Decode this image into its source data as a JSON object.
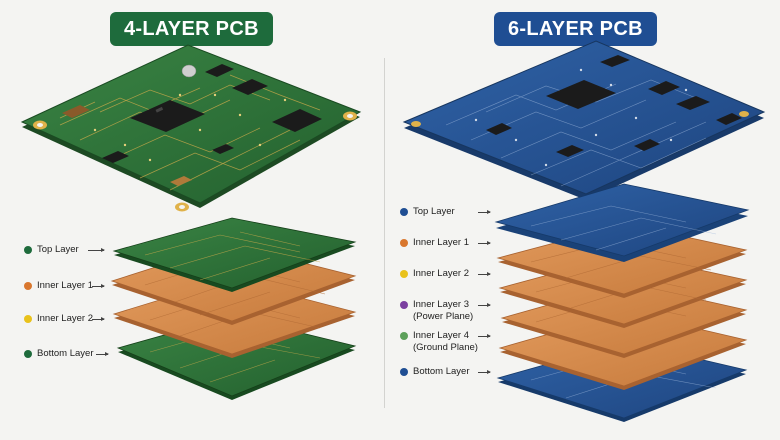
{
  "left": {
    "title": "4-LAYER PCB",
    "title_color": "#1e6b3c",
    "layers": [
      {
        "label": "Top Layer",
        "color": "#1e6b3c"
      },
      {
        "label": "Inner Layer 1",
        "color": "#d9772e"
      },
      {
        "label": "Inner Layer 2",
        "color": "#e9c21b"
      },
      {
        "label": "Bottom Layer",
        "color": "#1e6b3c"
      }
    ]
  },
  "right": {
    "title": "6-LAYER PCB",
    "title_color": "#1f4e93",
    "layers": [
      {
        "label": "Top Layer",
        "sublabel": "",
        "color": "#1f4e93"
      },
      {
        "label": "Inner Layer 1",
        "sublabel": "",
        "color": "#d9772e"
      },
      {
        "label": "Inner Layer 2",
        "sublabel": "",
        "color": "#e9c21b"
      },
      {
        "label": "Inner Layer 3",
        "sublabel": "(Power Plane)",
        "color": "#7b3fa0"
      },
      {
        "label": "Inner Layer 4",
        "sublabel": "(Ground Plane)",
        "color": "#5ca05a"
      },
      {
        "label": "Bottom Layer",
        "sublabel": "",
        "color": "#1f4e93"
      }
    ]
  },
  "colors": {
    "green_board": "#2c6e36",
    "blue_board": "#24508e",
    "copper": "#d48a4e",
    "gold_pad": "#e0b24a"
  }
}
